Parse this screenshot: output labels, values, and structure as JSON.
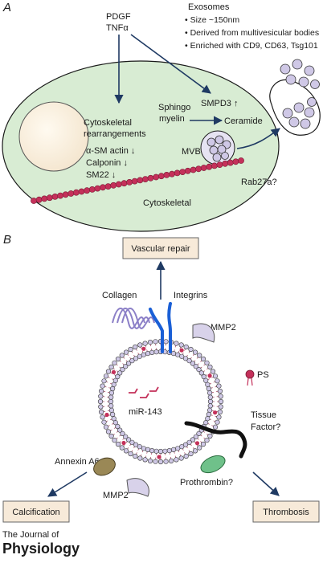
{
  "panel_a": {
    "label": "A",
    "inputs": [
      "PDGF",
      "TNFα"
    ],
    "exosomes": {
      "title": "Exosomes",
      "bullets": [
        "• Size ~150nm",
        "• Derived from multivesicular bodies",
        "• Enriched with CD9, CD63, Tsg101"
      ]
    },
    "cyto_rearr": [
      "Cytoskeletal",
      "rearrangements"
    ],
    "markers": [
      "α-SM actin ↓",
      "Calponin ↓",
      "SM22 ↓"
    ],
    "sphingo": [
      "Sphingo",
      "myelin"
    ],
    "smpd3": "SMPD3 ↑",
    "ceramide": "Ceramide",
    "mvb": "MVB",
    "rab27a": "Rab27a?",
    "cytoskeletal": "Cytoskeletal"
  },
  "panel_b": {
    "label": "B",
    "vascular_repair": "Vascular repair",
    "collagen": "Collagen",
    "integrins": "Integrins",
    "mmp2_top": "MMP2",
    "ps": "PS",
    "mir": "miR-143",
    "tissue_factor": [
      "Tissue",
      "Factor?"
    ],
    "annexin": "Annexin A6",
    "mmp2_bottom": "MMP2",
    "prothrombin": "Prothrombin?",
    "calcification": "Calcification",
    "thrombosis": "Thrombosis"
  },
  "journal": [
    "The Journal of",
    "Physiology"
  ],
  "colors": {
    "cell_fill": "#d8ecd3",
    "vesicle_fill": "#cfc8e6",
    "chain": "#c4305a",
    "integrin": "#1a5fd6",
    "collagen": "#8b7fc7",
    "box_fill": "#f7ead9",
    "annexin": "#9a8856",
    "prothrombin": "#6fc18a"
  }
}
